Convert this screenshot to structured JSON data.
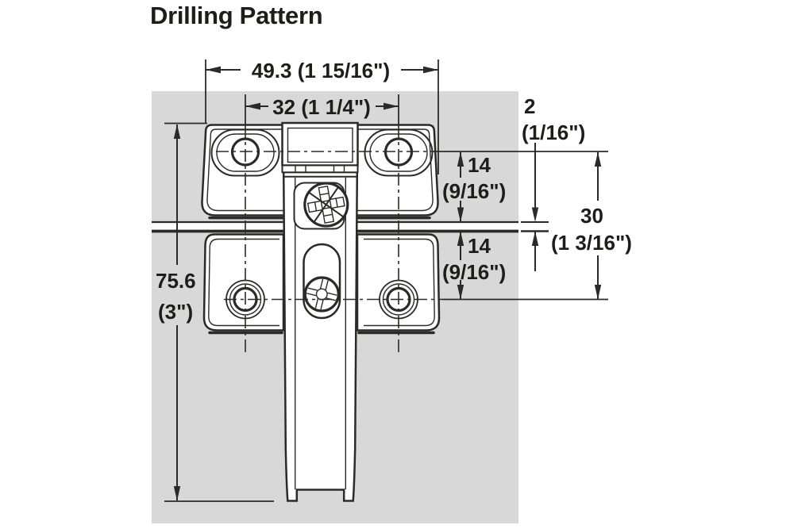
{
  "title": "Drilling Pattern",
  "dims": {
    "width_outer": "49.3 (1 15/16\")",
    "width_holes": "32 (1 1/4\")",
    "gap_mm": "2",
    "gap_in": "(1/16\")",
    "offset_top_mm": "14",
    "offset_top_in": "(9/16\")",
    "offset_bottom_mm": "14",
    "offset_bottom_in": "(9/16\")",
    "span_mm": "30",
    "span_in": "(1 3/16\")",
    "height_mm": "75.6",
    "height_in": "(3\")"
  },
  "colors": {
    "background": "#ffffff",
    "panel": "#d8d8d8",
    "line": "#2b2a29",
    "text": "#1d1d1b"
  }
}
